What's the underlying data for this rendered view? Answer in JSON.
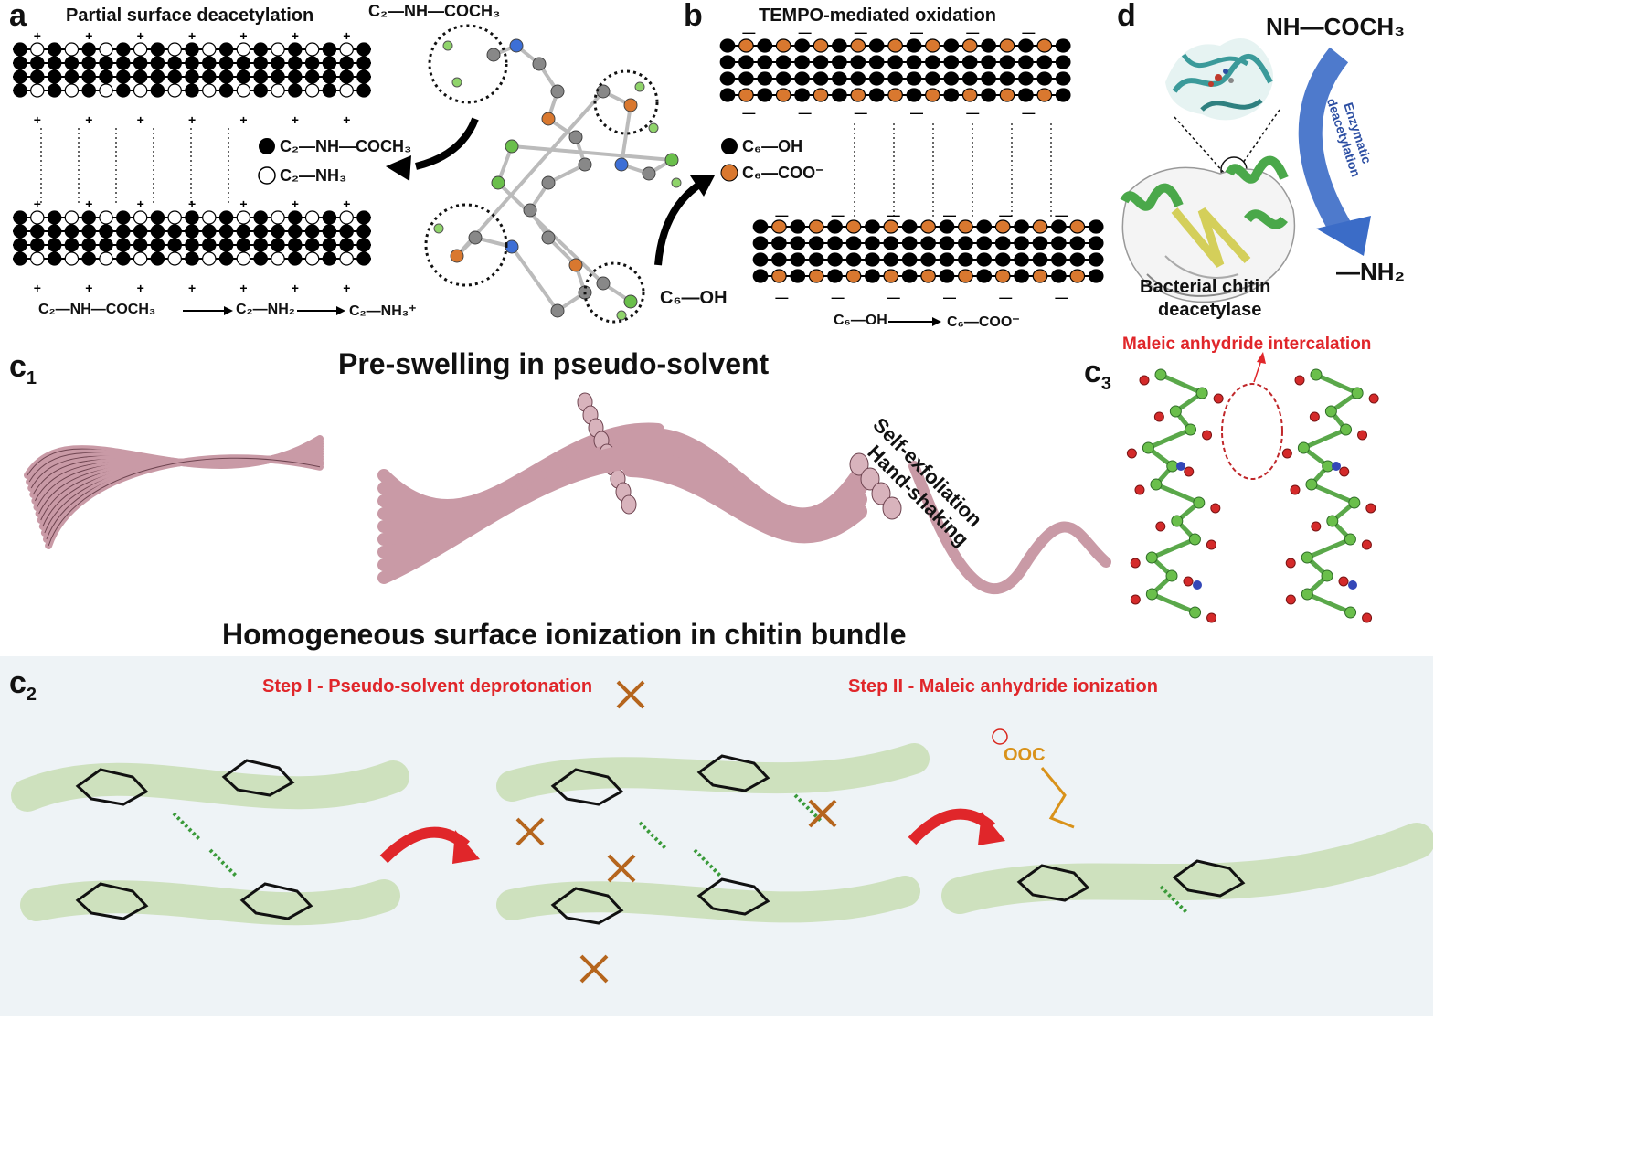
{
  "panels": {
    "a": {
      "letter": "a",
      "title": "Partial surface deacetylation",
      "legend_filled": "C₂—NH—COCH₃",
      "legend_open": "C₂—NH₃",
      "reaction": [
        "C₂—NH—COCH₃",
        "C₂—NH₂",
        "C₂—NH₃⁺"
      ],
      "top_label": "C₂—NH—COCH₃",
      "charge": "+"
    },
    "b": {
      "letter": "b",
      "title": "TEMPO-mediated oxidation",
      "legend_black": "C₆—OH",
      "legend_orange": "C₆—COO⁻",
      "side_label": "C₆—OH",
      "reaction": [
        "C₆—OH",
        "C₆—COO⁻"
      ],
      "charge": "—"
    },
    "d": {
      "letter": "d",
      "top_group": "NH—COCH₃",
      "arrow_label": "Enzymatic deacetylation",
      "bottom_group": "—NH₂",
      "caption_line1": "Bacterial chitin",
      "caption_line2": "deacetylase"
    },
    "c1": {
      "letter": "c",
      "subscript": "1",
      "title": "Pre-swelling in pseudo-solvent",
      "rotated_line1": "Self-exfoliation",
      "rotated_line2": "Hand-shaking"
    },
    "c3": {
      "letter": "c",
      "subscript": "3",
      "title": "Maleic anhydride intercalation"
    },
    "middle_title": "Homogeneous surface ionization in chitin bundle",
    "c2": {
      "letter": "c",
      "subscript": "2",
      "step1": "Step I - Pseudo-solvent deprotonation",
      "step2": "Step II - Maleic anhydride ionization",
      "maleic_label": "OOC"
    }
  },
  "colors": {
    "filled": "#000000",
    "orange": "#d9782f",
    "green_atom": "#6abf4b",
    "red_text": "#e0262a",
    "fiber": "#c99aa6",
    "arrow_red": "#e0262a",
    "arrow_blue": "#3b6cc7",
    "protein_green": "#4aa84a",
    "protein_teal": "#3b9a9a"
  }
}
